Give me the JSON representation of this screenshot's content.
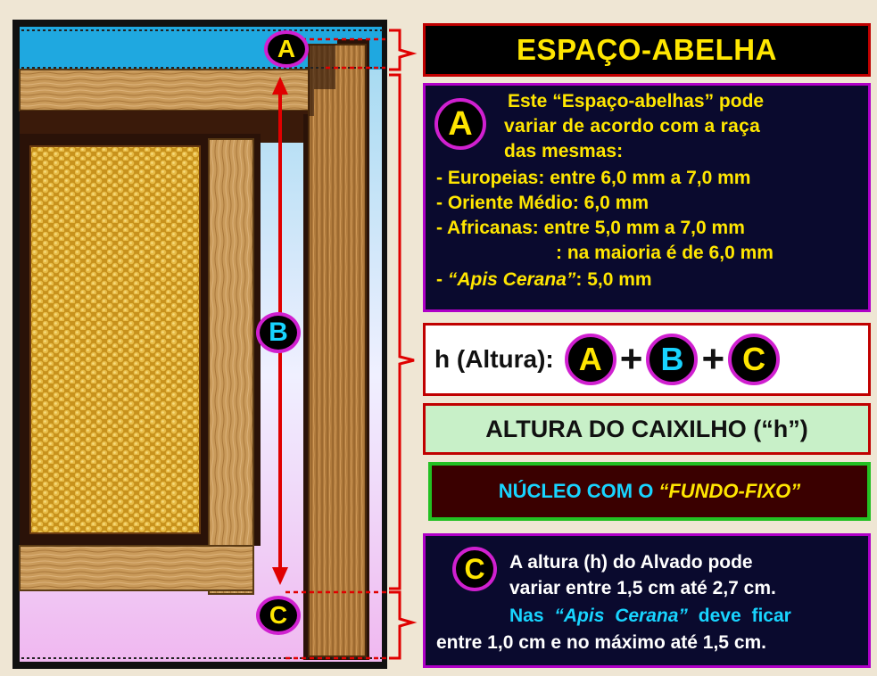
{
  "diagram": {
    "markers": {
      "a": "A",
      "b": "B",
      "c": "C"
    }
  },
  "title": "ESPAÇO-ABELHA",
  "info_a": {
    "marker": "A",
    "line1": "Este “Espaço-abelhas” pode",
    "line2": "variar de acordo com  a raça",
    "line3": "das mesmas:",
    "line4": "- Europeias: entre 6,0 mm a 7,0 mm",
    "line5": "- Oriente Médio: 6,0 mm",
    "line6": "- Africanas: entre 5,0 mm a 7,0 mm",
    "line7": ": na maioria é  de 6,0 mm",
    "line8_prefix": "- ",
    "line8_species": "“Apis Cerana”",
    "line8_suffix": ": 5,0 mm"
  },
  "formula": {
    "label": "h (Altura):",
    "a": "A",
    "plus1": "+",
    "b": "B",
    "plus2": "+",
    "c": "C"
  },
  "altura_label": "ALTURA DO CAIXILHO (“h”)",
  "nucleo": {
    "prefix": "NÚCLEO COM O",
    "italic": "“FUNDO-FIXO”"
  },
  "info_c": {
    "marker": "C",
    "line1": "A  altura  (h)  do  Alvado pode",
    "line2": "variar entre 1,5 cm até 2,7 cm.",
    "line3_prefix": "Nas",
    "line3_species": "“Apis  Cerana”",
    "line3_suffix": "deve  ficar",
    "line4": "entre 1,0 cm e no máximo até 1,5 cm."
  },
  "colors": {
    "yellow": "#ffe600",
    "cyan": "#18d4ff",
    "magenta_border": "#d020d0",
    "red": "#e00000",
    "wood": "#c89a5a",
    "comb": "#d9a82a"
  }
}
